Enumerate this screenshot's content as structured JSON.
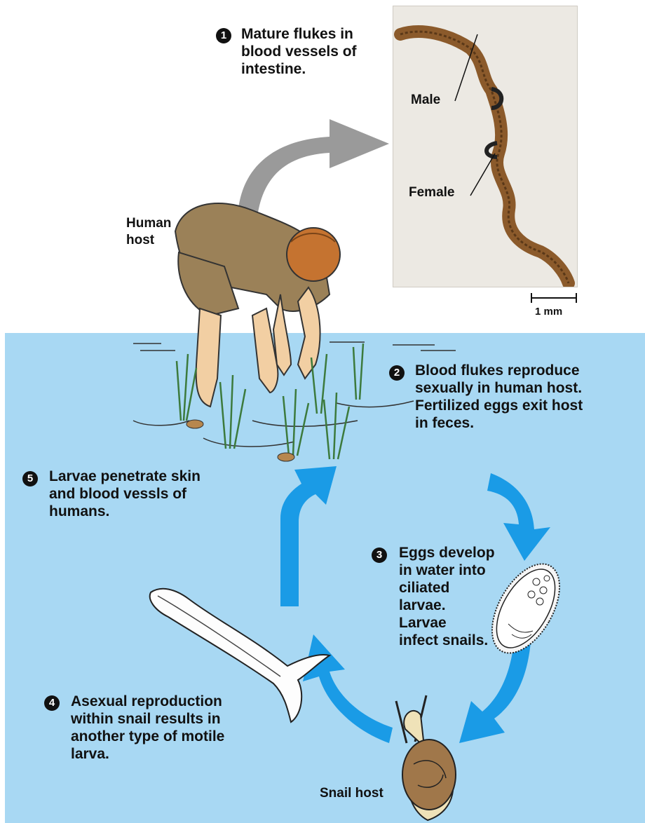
{
  "steps": [
    {
      "number": "1",
      "text": "Mature flukes in\nblood vessels of\nintestine."
    },
    {
      "number": "2",
      "text": "Blood flukes reproduce\nsexually in human host.\nFertilized eggs exit host\nin feces."
    },
    {
      "number": "3",
      "text": "Eggs develop\nin water into\nciliated\nlarvae.\nLarvae\ninfect snails."
    },
    {
      "number": "4",
      "text": "Asexual reproduction\nwithin snail results in\nanother type of motile\nlarva."
    },
    {
      "number": "5",
      "text": "Larvae penetrate skin\nand blood vessls of\nhumans."
    }
  ],
  "labels": {
    "human_host": "Human\nhost",
    "male": "Male",
    "female": "Female",
    "scale_bar": "1 mm",
    "snail_host": "Snail host"
  },
  "colors": {
    "water": "#a8d8f3",
    "cycle_arrow": "#1a9be6",
    "gray_arrow": "#9a9a9a",
    "worm": "#8b5a2b"
  }
}
